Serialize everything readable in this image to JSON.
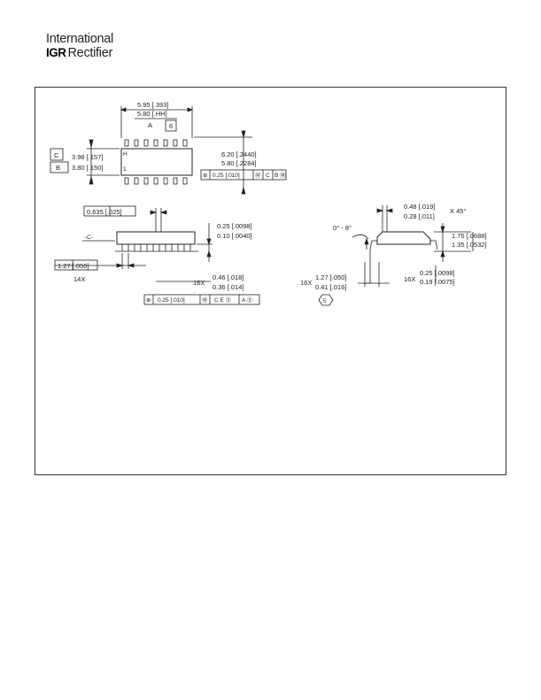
{
  "logo": {
    "line1": "International",
    "mark": "IGR",
    "line2": "Rectifier"
  },
  "top_view": {
    "width_top": "5.95 [.393]",
    "width_bottom": "5.80 [.HH]",
    "ref_a": "A",
    "note_6": "6",
    "height_top": "3.98 [.157]",
    "height_bottom": "3.80 [.150]",
    "ref_c": "C",
    "ref_b": "B",
    "span_top": "6.20 [.2440]",
    "span_bottom": "5.80 [.2284]",
    "fcf_pos": "⊕",
    "fcf_val": "0.25 [.010]",
    "fcf_mat": "Ⓜ",
    "fcf_ref": "C",
    "fcf_ref2": "B Ⓜ",
    "pin_h": "H",
    "pin_1": "1"
  },
  "side_view": {
    "pitch": "0.635 [.025]",
    "datum": "-C-",
    "lead_pitch": "1.27 [.050]",
    "lead_count": "14X",
    "standoff_top": "0.25 [.0098]",
    "standoff_bottom": "0.10 [.0040]",
    "lead_x": "16X",
    "lead_w_top": "0.46 [.018]",
    "lead_w_bottom": "0.36 [.014]",
    "fcf_pos": "⊕",
    "fcf_val": "0.25 [.010]",
    "fcf_mat": "Ⓜ",
    "fcf_ref": "C E Ⓢ",
    "fcf_ref2": "A Ⓢ"
  },
  "end_view": {
    "chamfer_top": "0.48 [.019]",
    "chamfer_bottom": "0.28 [.011]",
    "chamfer_angle": "X 45°",
    "angle": "0° - 8°",
    "height_top": "1.75 [.0688]",
    "height_bottom": "1.35 [.0532]",
    "foot_x": "16X",
    "foot_top": "1.27 [.050]",
    "foot_bottom": "0.41 [.016]",
    "note_5": "5",
    "thick_x": "16X",
    "thick_top": "0.25 [.0098]",
    "thick_bottom": "0.19 [.0075]"
  }
}
